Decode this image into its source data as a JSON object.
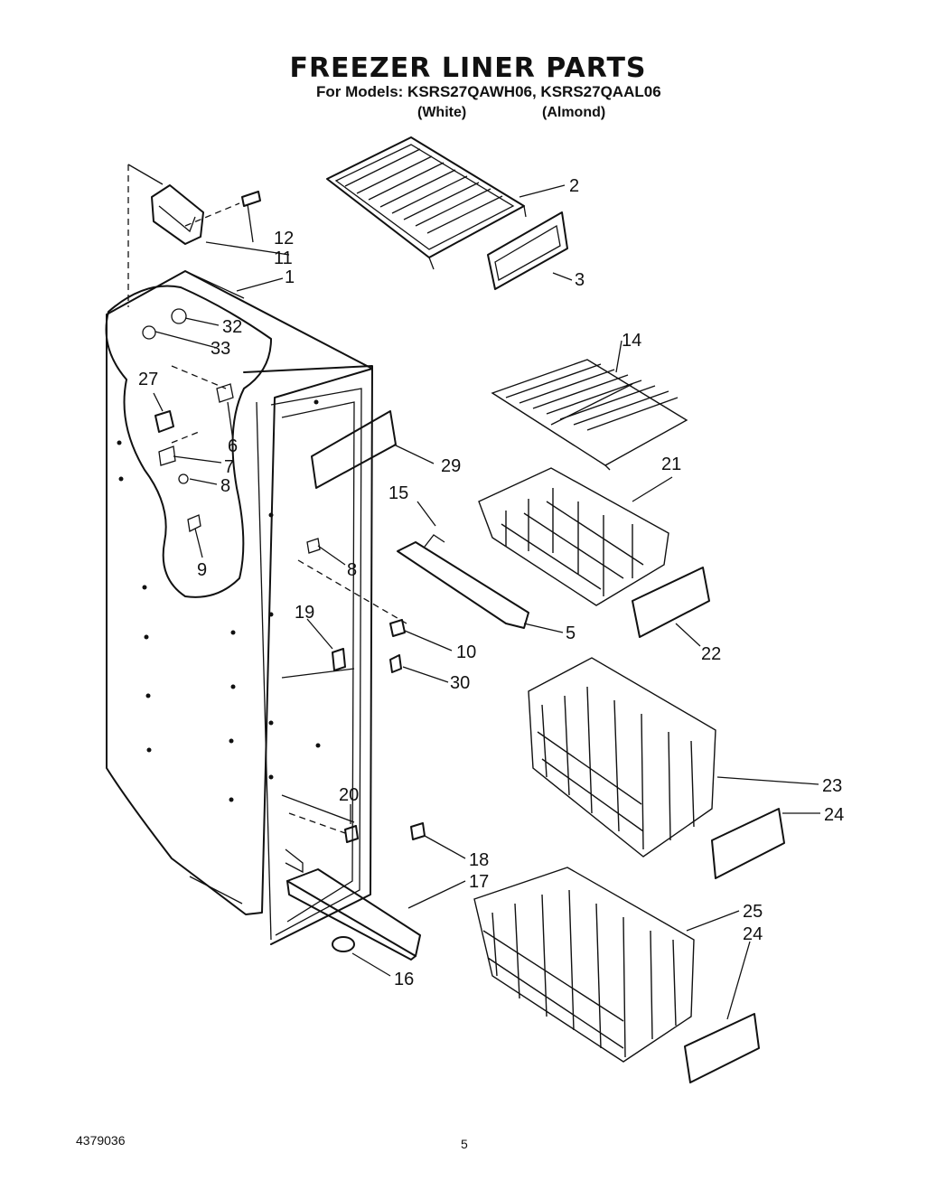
{
  "header": {
    "title": "FREEZER LINER PARTS",
    "models_line": "For Models: KSRS27QAWH06, KSRS27QAAL06",
    "variants": [
      "(White)",
      "(Almond)"
    ]
  },
  "callouts": [
    "1",
    "2",
    "3",
    "5",
    "6",
    "7",
    "8",
    "8",
    "9",
    "10",
    "11",
    "12",
    "14",
    "15",
    "16",
    "17",
    "18",
    "19",
    "20",
    "21",
    "22",
    "23",
    "24",
    "24",
    "25",
    "27",
    "29",
    "30",
    "32",
    "33"
  ],
  "footer": {
    "document_number": "4379036",
    "page_number": "5"
  }
}
